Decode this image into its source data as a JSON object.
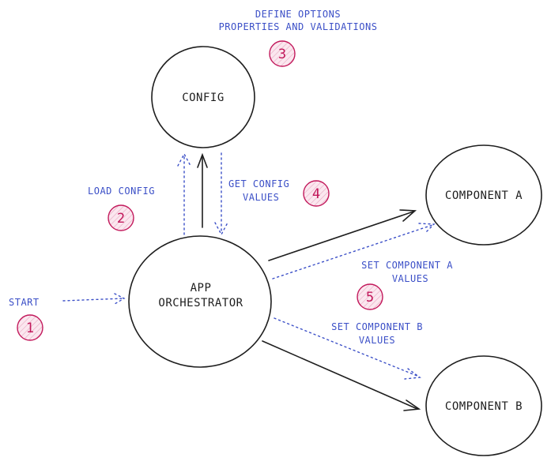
{
  "diagram": {
    "nodes": {
      "config": [
        "CONFIG"
      ],
      "app": [
        "APP",
        "ORCHESTRATOR"
      ],
      "component_a": [
        "COMPONENT A"
      ],
      "component_b": [
        "COMPONENT B"
      ]
    },
    "notes": {
      "start": [
        "START"
      ],
      "load_config": [
        "LOAD CONFIG"
      ],
      "define_options": [
        "DEFINE OPTIONS",
        "PROPERTIES AND VALIDATIONS"
      ],
      "get_config": [
        "GET CONFIG",
        "VALUES"
      ],
      "set_a": [
        "SET COMPONENT A",
        "VALUES"
      ],
      "set_b": [
        "SET COMPONENT B",
        "VALUES"
      ]
    },
    "steps": {
      "start": "1",
      "load_config": "2",
      "define_options": "3",
      "get_config": "4",
      "set_a": "5"
    },
    "colors": {
      "ink": "#1e1e1e",
      "note": "#3b4fc7",
      "badge": "#c2185b"
    }
  }
}
